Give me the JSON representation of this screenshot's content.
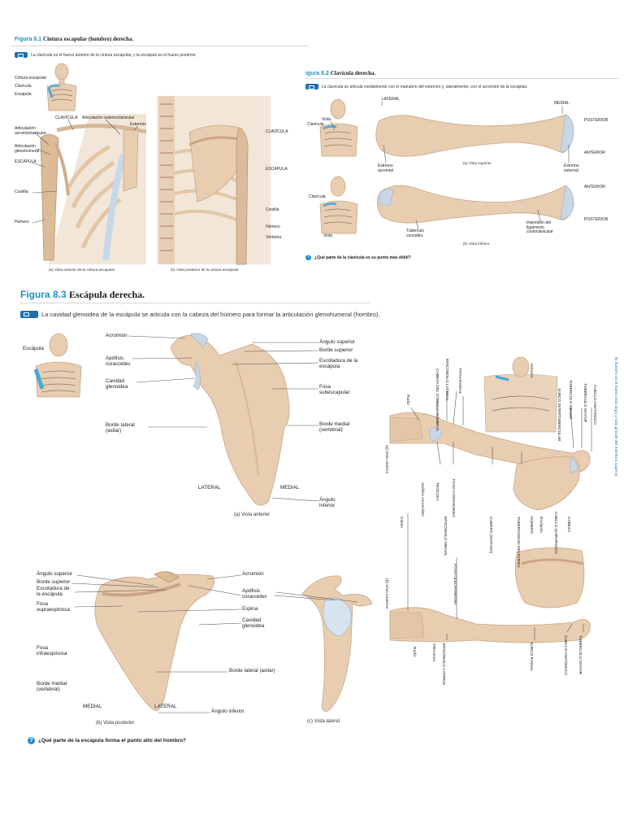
{
  "fig81": {
    "number": "Figura 8.1",
    "title": "Cintura escapular (hombro) derecha.",
    "caption": "La clavícula es el hueso anterior de la cintura escapular, y la escápula es el hueso posterior.",
    "labels": {
      "cintura": "Cintura escapular",
      "clavicula_l": "Clavícula",
      "escapula_l": "Escápula",
      "clavicula_up": "CLAVÍCULA",
      "art_esterno": "Articulación esternoclavicular",
      "esternon": "Esternón",
      "art_acromio": "Articulación acromioclavicular",
      "art_gleno": "Articulación glenohumeral",
      "escapula_up": "ESCÁPULA",
      "costilla": "Costilla",
      "humero": "Húmero",
      "clavicula_r": "CLAVÍCULA",
      "escapula_r": "ESCÁPULA",
      "costilla_r": "Costilla",
      "humero_r": "Húmero",
      "vertebra_r": "Vértebra"
    },
    "view_a": "(a) Vista anterior de la cintura escapular",
    "view_b": "(b) Vista posterior de la cintura escapular"
  },
  "fig82": {
    "number": "igura 8.2",
    "title": "Clavícula derecha.",
    "caption": "La clavícula se articula medialmente con el manubrio del esternón y, lateralmente, con el acromion de la escápula.",
    "labels": {
      "lateral": "LATERAL",
      "medial": "MEDIAL",
      "vista": "Vista",
      "clavicula_top": "Clavícula",
      "posterior_1": "POSTERIOR",
      "anterior_1": "ANTERIOR",
      "extremo_acromial": "Extremo acromial",
      "superior_view": "(a) Vista superior",
      "extremo_esternal": "Extremo esternal",
      "clavicula_bottom": "Clavícula",
      "anterior_2": "ANTERIOR",
      "posterior_2": "POSTERIOR",
      "vista_2": "Vista",
      "tuberculo": "Tubérculo conoideo",
      "impresion": "Impresión del ligamento costoclavicular",
      "inferior_view": "(b) Vista inferior"
    },
    "question": "¿Qué parte de la clavícula es su punto más débil?"
  },
  "fig83": {
    "number": "Figura 8.3",
    "title": "Escápula derecha.",
    "caption": "La cavidad glenoidea de la escápula se articula con la cabeza del húmero para formar la articulación glenohumeral (hombro).",
    "labels_a": {
      "escapula": "Escápula",
      "acromion": "Acromion",
      "apofisis": "Apófisis coracoides",
      "cavidad": "Cavidad glenoidea",
      "borde_lateral": "Borde lateral (axilar)",
      "angulo_sup": "Ángulo superior",
      "borde_sup": "Borde superior",
      "escotadura": "Escotadura de la escápula",
      "fosa_sub": "Fosa subescapular",
      "borde_medial": "Borde medial (vertebral)",
      "lateral": "LATERAL",
      "medial": "MEDIAL",
      "angulo_inf": "Ángulo inferior",
      "view": "(a) Vista anterior"
    },
    "labels_b": {
      "angulo_sup": "Ángulo superior",
      "borde_sup": "Borde superior",
      "escotadura": "Escotadura de la escápula",
      "fosa_supra": "Fosa supraespinosa",
      "fosa_infra": "Fosa infraespinosa",
      "borde_medial": "Borde medial (vertebral)",
      "medial": "MEDIAL",
      "lateral": "LATERAL",
      "acromion": "Acromion",
      "apofisis": "Apófisis coracoides",
      "espina": "Espina",
      "cavidad": "Cavidad glenoidea",
      "borde_lateral": "Borde lateral (axilar)",
      "angulo_inf": "Ángulo inferior",
      "view_b": "(b) Vista posterior",
      "view_c": "(c) Vista lateral"
    },
    "question": "¿Qué parte de la escápula forma el punto alto del hombro?"
  },
  "fig84": {
    "caption": "El húmero es el hueso más largo y más grande del miembro superior.",
    "labels": {
      "humero": "Húmero",
      "radio": "Radio",
      "cubito": "Cúbito",
      "cabeza_radio": "CABEZA DEL CÓNDILO HUMERAL",
      "epicondilo_lat": "EPICÓNDILO LATERAL",
      "fosa_radial": "FOSA RADIAL",
      "fosa_coronoidea": "FOSA CORONOIDEA",
      "troclea": "TRÓCLEA",
      "epicondilo_med": "EPICÓNDILO MEDIAL",
      "apofisis_coronoides": "Apófisis coronoides",
      "cuerpo": "CUERPO (DIÁFISIS)",
      "tuberosidad": "TUBEROSIDAD DELTOIDEA",
      "humero_b": "HÚMERO",
      "escapula": "Escápula",
      "cuello_quirurgico": "CUELLO QUIRÚRGICO",
      "cabeza": "CABEZA",
      "cuello_anatomico": "CUELLO ANATÓMICO",
      "tuberculo_mayor": "TUBÉRCULO MAYOR",
      "tuberculo_menor": "TUBÉRCULO MENOR",
      "surco": "SURCO INTERTUBERCULAR",
      "view_a": "(a) Vista anterior",
      "view_b": "(b) Vista posterior",
      "fosa_olecraneana": "FOSA OLECRANEANA",
      "epicondilo_lat_b": "EPICÓNDILO LATERAL",
      "olecranon": "Olécranon",
      "radio_b": "Radio",
      "surco_radial": "SURCO RADIAL",
      "cuello_anat_b": "CUELLO ANATÓMICO",
      "tuberculo_mayor_b": "TUBÉRCULO MAYOR"
    }
  }
}
